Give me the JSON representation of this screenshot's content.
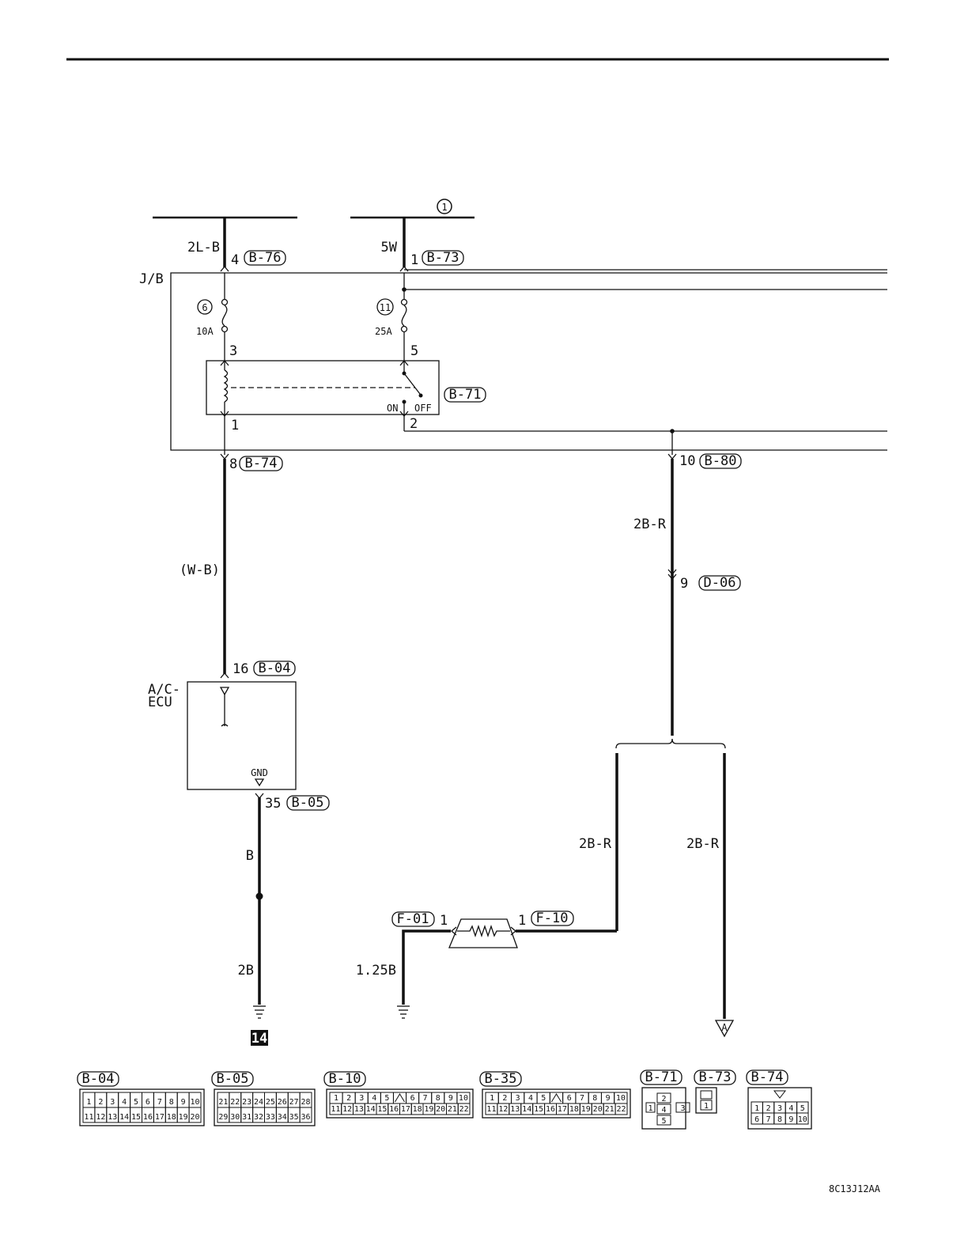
{
  "wires": {
    "w_2lb": "2L-B",
    "w_5w": "5W",
    "w_wb": "(W-B)",
    "w_2br_top": "2B-R",
    "w_2br_left": "2B-R",
    "w_2br_right": "2B-R",
    "w_b": "B",
    "w_2b": "2B",
    "w_125b": "1.25B"
  },
  "connectors": {
    "c_b76": "B-76",
    "c_b73": "B-73",
    "c_b71": "B-71",
    "c_b74": "B-74",
    "c_b80": "B-80",
    "c_d06": "D-06",
    "c_b04": "B-04",
    "c_b05": "B-05",
    "c_f01": "F-01",
    "c_f10": "F-10"
  },
  "pins": {
    "p4": "4",
    "p1_b73": "1",
    "p3": "3",
    "p5": "5",
    "p1_relay": "1",
    "p2_relay": "2",
    "p8": "8",
    "p10": "10",
    "p9": "9",
    "p16": "16",
    "p35": "35",
    "p1_f01": "1",
    "p1_f10": "1"
  },
  "labels": {
    "circle_ref": "1",
    "jb": "J/B",
    "fuse6_num": "6",
    "fuse6_rating": "10A",
    "fuse11_num": "11",
    "fuse11_rating": "25A",
    "relay_on": "ON",
    "relay_off": "OFF",
    "ecu_line1": "A/C-",
    "ecu_line2": "ECU",
    "ecu_gnd": "GND",
    "ground_num": "14",
    "arrow_a": "A",
    "diagram_code": "8C13J12AA"
  },
  "legend": [
    {
      "id": "B-04",
      "rows": [
        [
          "1",
          "2",
          "3",
          "4",
          "5",
          "6",
          "7",
          "8",
          "9",
          "10"
        ],
        [
          "11",
          "12",
          "13",
          "14",
          "15",
          "16",
          "17",
          "18",
          "19",
          "20"
        ]
      ]
    },
    {
      "id": "B-05",
      "rows": [
        [
          "21",
          "22",
          "23",
          "24",
          "25",
          "26",
          "27",
          "28"
        ],
        [
          "29",
          "30",
          "31",
          "32",
          "33",
          "34",
          "35",
          "36"
        ]
      ]
    },
    {
      "id": "B-10",
      "rows": [
        [
          "1",
          "2",
          "3",
          "4",
          "5",
          "",
          "6",
          "7",
          "8",
          "9",
          "10"
        ],
        [
          "11",
          "12",
          "13",
          "14",
          "15",
          "16",
          "17",
          "18",
          "19",
          "20",
          "21",
          "22"
        ]
      ]
    },
    {
      "id": "B-35",
      "rows": [
        [
          "1",
          "2",
          "3",
          "4",
          "5",
          "",
          "6",
          "7",
          "8",
          "9",
          "10"
        ],
        [
          "11",
          "12",
          "13",
          "14",
          "15",
          "16",
          "17",
          "18",
          "19",
          "20",
          "21",
          "22"
        ]
      ]
    },
    {
      "id": "B-71",
      "pins": [
        "1",
        "2",
        "3",
        "4",
        "5"
      ]
    },
    {
      "id": "B-73",
      "pins": [
        "1"
      ]
    },
    {
      "id": "B-74",
      "rows": [
        [
          "1",
          "2",
          "3",
          "4",
          "5"
        ],
        [
          "6",
          "7",
          "8",
          "9",
          "10"
        ]
      ]
    }
  ]
}
